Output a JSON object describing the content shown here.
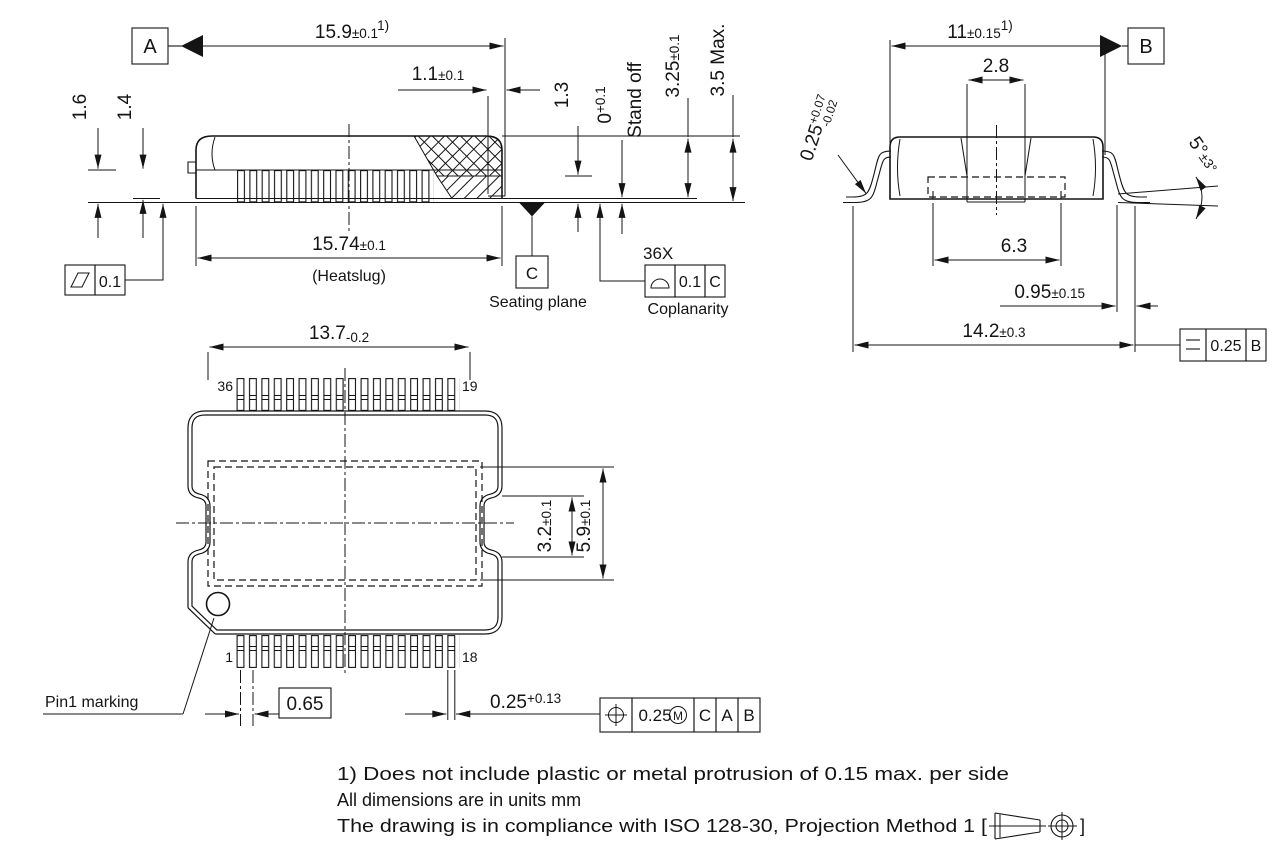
{
  "side_view": {
    "datum_a": "A",
    "datum_c": "C",
    "dim_overall": {
      "value": "15.9",
      "tol": "±0.1",
      "sup": "1)"
    },
    "dim_foot": {
      "value": "1.1",
      "tol": "±0.1"
    },
    "dim_16": "1.6",
    "dim_14": "1.4",
    "dim_heatslug": {
      "value": "15.74",
      "tol": "±0.1",
      "label": "(Heatslug)"
    },
    "flatness": {
      "value": "0.1"
    },
    "seating_label": "Seating plane",
    "dim_13": "1.3",
    "standoff": {
      "value": "0",
      "tol": "+0.1",
      "label": "Stand off"
    },
    "dim_325": {
      "value": "3.25",
      "tol": "±0.1"
    },
    "dim_35max": "3.5 Max.",
    "lead_count": "36X",
    "coplanarity": {
      "value": "0.1",
      "datum": "C",
      "label": "Coplanarity"
    }
  },
  "end_view": {
    "datum_b": "B",
    "dim_width": {
      "value": "11",
      "tol": "±0.15",
      "sup": "1)"
    },
    "dim_tab": "2.8",
    "lead_thickness": {
      "value": "0.25",
      "tol_plus": "+0.07",
      "tol_minus": "-0.02"
    },
    "lead_angle": {
      "value": "5°",
      "tol": "±3°"
    },
    "dim_pad": "6.3",
    "dim_foot": {
      "value": "0.95",
      "tol": "±0.15"
    },
    "dim_span": {
      "value": "14.2",
      "tol": "±0.3"
    },
    "parallelism": {
      "value": "0.25",
      "datum": "B"
    }
  },
  "top_view": {
    "dim_body": {
      "value": "13.7",
      "tol": "-0.2"
    },
    "pin_36": "36",
    "pin_19": "19",
    "pin_1": "1",
    "pin_18": "18",
    "dim_pad_h": {
      "value": "3.2",
      "tol": "±0.1"
    },
    "dim_slug_h": {
      "value": "5.9",
      "tol": "±0.1"
    },
    "pin1_label": "Pin1 marking",
    "dim_pitch": "0.65",
    "dim_lead": {
      "value": "0.25",
      "tol": "+0.13"
    },
    "position": {
      "value": "0.25",
      "modifier": "M",
      "datum_1": "C",
      "datum_2": "A",
      "datum_3": "B"
    }
  },
  "notes": {
    "line1": "1) Does not include plastic or metal protrusion of 0.15 max. per side",
    "line2": "All dimensions are in units mm",
    "line3_prefix": "The drawing is in compliance with ISO 128-30, Projection Method 1 [",
    "line3_suffix": "]"
  }
}
